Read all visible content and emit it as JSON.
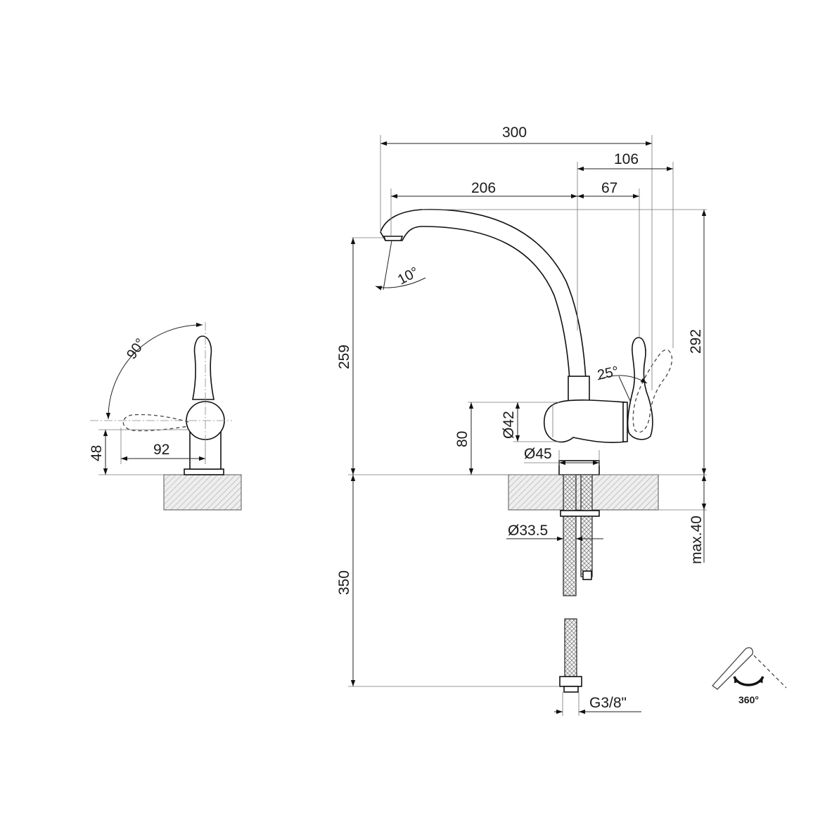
{
  "side_view": {
    "angle_label": "90°",
    "height_label": "48",
    "reach_label": "92"
  },
  "main_view": {
    "overall_reach": "300",
    "handle_reach": "106",
    "spout_reach": "206",
    "body_to_handle": "67",
    "spout_angle": "10°",
    "handle_angle": "25°",
    "spout_height": "259",
    "total_height": "292",
    "body_diameter": "Ø42",
    "body_height": "80",
    "base_diameter": "Ø45",
    "hole_diameter": "Ø33.5",
    "max_thickness": "max.40",
    "hose_length": "350",
    "connection": "G3/8\""
  },
  "rotation_badge": {
    "label": "360°"
  }
}
